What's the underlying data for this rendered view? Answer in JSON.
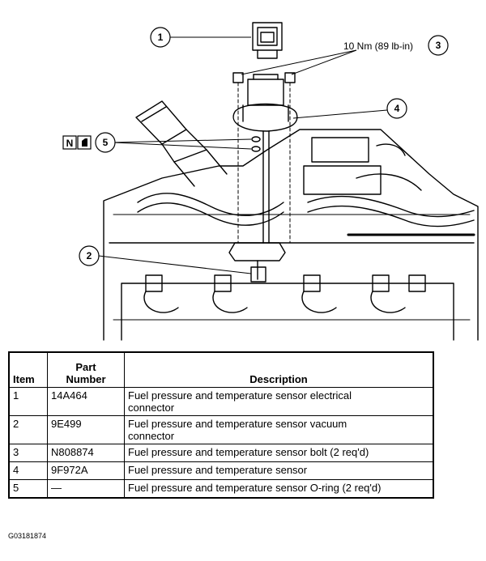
{
  "callouts": {
    "c1": "1",
    "c2": "2",
    "c3": "3",
    "c4": "4",
    "c5": "5"
  },
  "torque_spec": "10 Nm (89 lb-in)",
  "note_symbols": [
    "N",
    "▮"
  ],
  "table": {
    "headers": {
      "item": "Item",
      "part_line1": "Part",
      "part_line2": "Number",
      "description": "Description"
    },
    "rows": [
      {
        "item": "1",
        "part": "14A464",
        "desc_line1": "Fuel pressure and temperature sensor electrical",
        "desc_line2": "connector"
      },
      {
        "item": "2",
        "part": "9E499",
        "desc_line1": "Fuel pressure and temperature sensor vacuum",
        "desc_line2": "connector"
      },
      {
        "item": "3",
        "part": "N808874",
        "desc_line1": "Fuel pressure and temperature sensor bolt (2 req'd)",
        "desc_line2": ""
      },
      {
        "item": "4",
        "part": "9F972A",
        "desc_line1": "Fuel pressure and temperature sensor",
        "desc_line2": ""
      },
      {
        "item": "5",
        "part": "—",
        "desc_line1": "Fuel pressure and temperature sensor O-ring (2 req'd)",
        "desc_line2": ""
      }
    ]
  },
  "figure_id": "G03181874"
}
